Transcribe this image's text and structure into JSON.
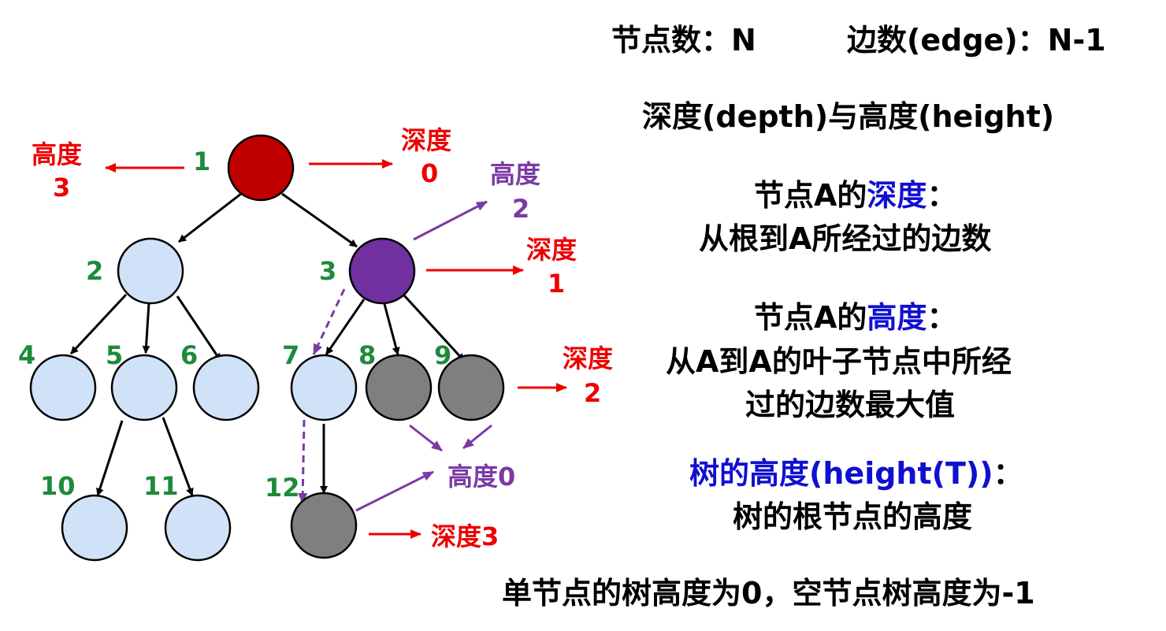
{
  "tree": {
    "node_labels": [
      "1",
      "2",
      "3",
      "4",
      "5",
      "6",
      "7",
      "8",
      "9",
      "10",
      "11",
      "12"
    ],
    "colors": {
      "root": "#c00000",
      "highlight": "#7030a0",
      "normal": "#cfe2f7",
      "leaf_gray": "#7f7f7f",
      "label_green": "#1e8a3c",
      "red": "#ee0000",
      "purple": "#7b3aa6",
      "blue_text": "#1010d0"
    },
    "annotations": {
      "root_height_word": "高度",
      "root_height_value": "3",
      "root_depth_word": "深度",
      "root_depth_value": "0",
      "node3_height_word": "高度",
      "node3_height_value": "2",
      "node3_depth_word": "深度",
      "node3_depth_value": "1",
      "level2_depth_word": "深度",
      "level2_depth_value": "2",
      "leaf_height": "高度0",
      "node12_depth": "深度3"
    }
  },
  "text": {
    "line1_left": "节点数：N",
    "line1_right": "边数(edge)：N-1",
    "line2": "深度(depth)与高度(height)",
    "depth_def_prefix": "节点A的",
    "depth_def_term": "深度",
    "depth_def_suffix": "：",
    "depth_def_body": "从根到A所经过的边数",
    "height_def_prefix": "节点A的",
    "height_def_term": "高度",
    "height_def_suffix": "：",
    "height_def_body1": "从A到A的叶子节点中所经",
    "height_def_body2": "过的边数最大值",
    "tree_height_term": "树的高度(height(T))",
    "tree_height_suffix": "：",
    "tree_height_body": "树的根节点的高度",
    "last_line": "单节点的树高度为0，空节点树高度为-1"
  }
}
